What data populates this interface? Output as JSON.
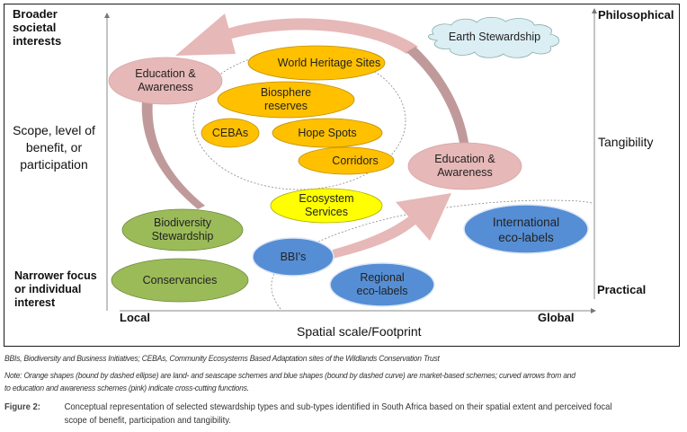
{
  "axes": {
    "y_left_top": "Broader societal interests",
    "y_left_title": "Scope, level of benefit, or participation",
    "y_left_bottom": "Narrower focus or individual interest",
    "x_left": "Local",
    "x_right": "Global",
    "x_title": "Spatial scale/Footprint",
    "y_right_top": "Philosophical",
    "y_right_title": "Tangibility",
    "y_right_bottom": "Practical"
  },
  "shapes": {
    "education_top": {
      "line1": "Education &",
      "line2": "Awareness",
      "color": "#e6b8b7"
    },
    "education_right": {
      "line1": "Education &",
      "line2": "Awareness",
      "color": "#e6b8b7"
    },
    "world_heritage": {
      "label": "World Heritage Sites",
      "color": "#ffc000"
    },
    "biosphere": {
      "line1": "Biosphere",
      "line2": "reserves",
      "color": "#ffc000"
    },
    "cebas": {
      "label": "CEBAs",
      "color": "#ffc000"
    },
    "hope_spots": {
      "label": "Hope Spots",
      "color": "#ffc000"
    },
    "corridors": {
      "label": "Corridors",
      "color": "#ffc000"
    },
    "earth_stewardship": {
      "label": "Earth Stewardship",
      "color": "#dbeef4"
    },
    "ecosystem_services": {
      "line1": "Ecosystem",
      "line2": "Services",
      "color": "#ffff00"
    },
    "biodiversity_stewardship": {
      "line1": "Biodiversity",
      "line2": "Stewardship",
      "color": "#9bbb59"
    },
    "conservancies": {
      "label": "Conservancies",
      "color": "#9bbb59"
    },
    "bbis": {
      "label": "BBI's",
      "color": "#558ed5"
    },
    "regional": {
      "line1": "Regional",
      "line2": "eco-labels",
      "color": "#558ed5"
    },
    "international": {
      "line1": "International",
      "line2": "eco-labels",
      "color": "#558ed5"
    }
  },
  "arrow_color": "#e6b8b7",
  "arrow_dark_color": "#c09a9a",
  "caption": {
    "abbreviations": "BBIs, Biodiversity and Business Initiatives; CEBAs, Community Ecosystems Based Adaptation sites of the Wildlands Conservation Trust",
    "note_line1": "Note: Orange shapes (bound by dashed ellipse) are land- and seascape schemes and blue shapes (bound by dashed curve) are market-based schemes; curved arrows from and",
    "note_line2": "to education and awareness schemes (pink) indicate cross-cutting functions.",
    "figure_number": "Figure 2:",
    "figure_text_line1": "Conceptual representation of selected stewardship types and sub-types identified in South Africa based on their spatial extent and perceived focal",
    "figure_text_line2": "scope of benefit, participation and tangibility."
  }
}
